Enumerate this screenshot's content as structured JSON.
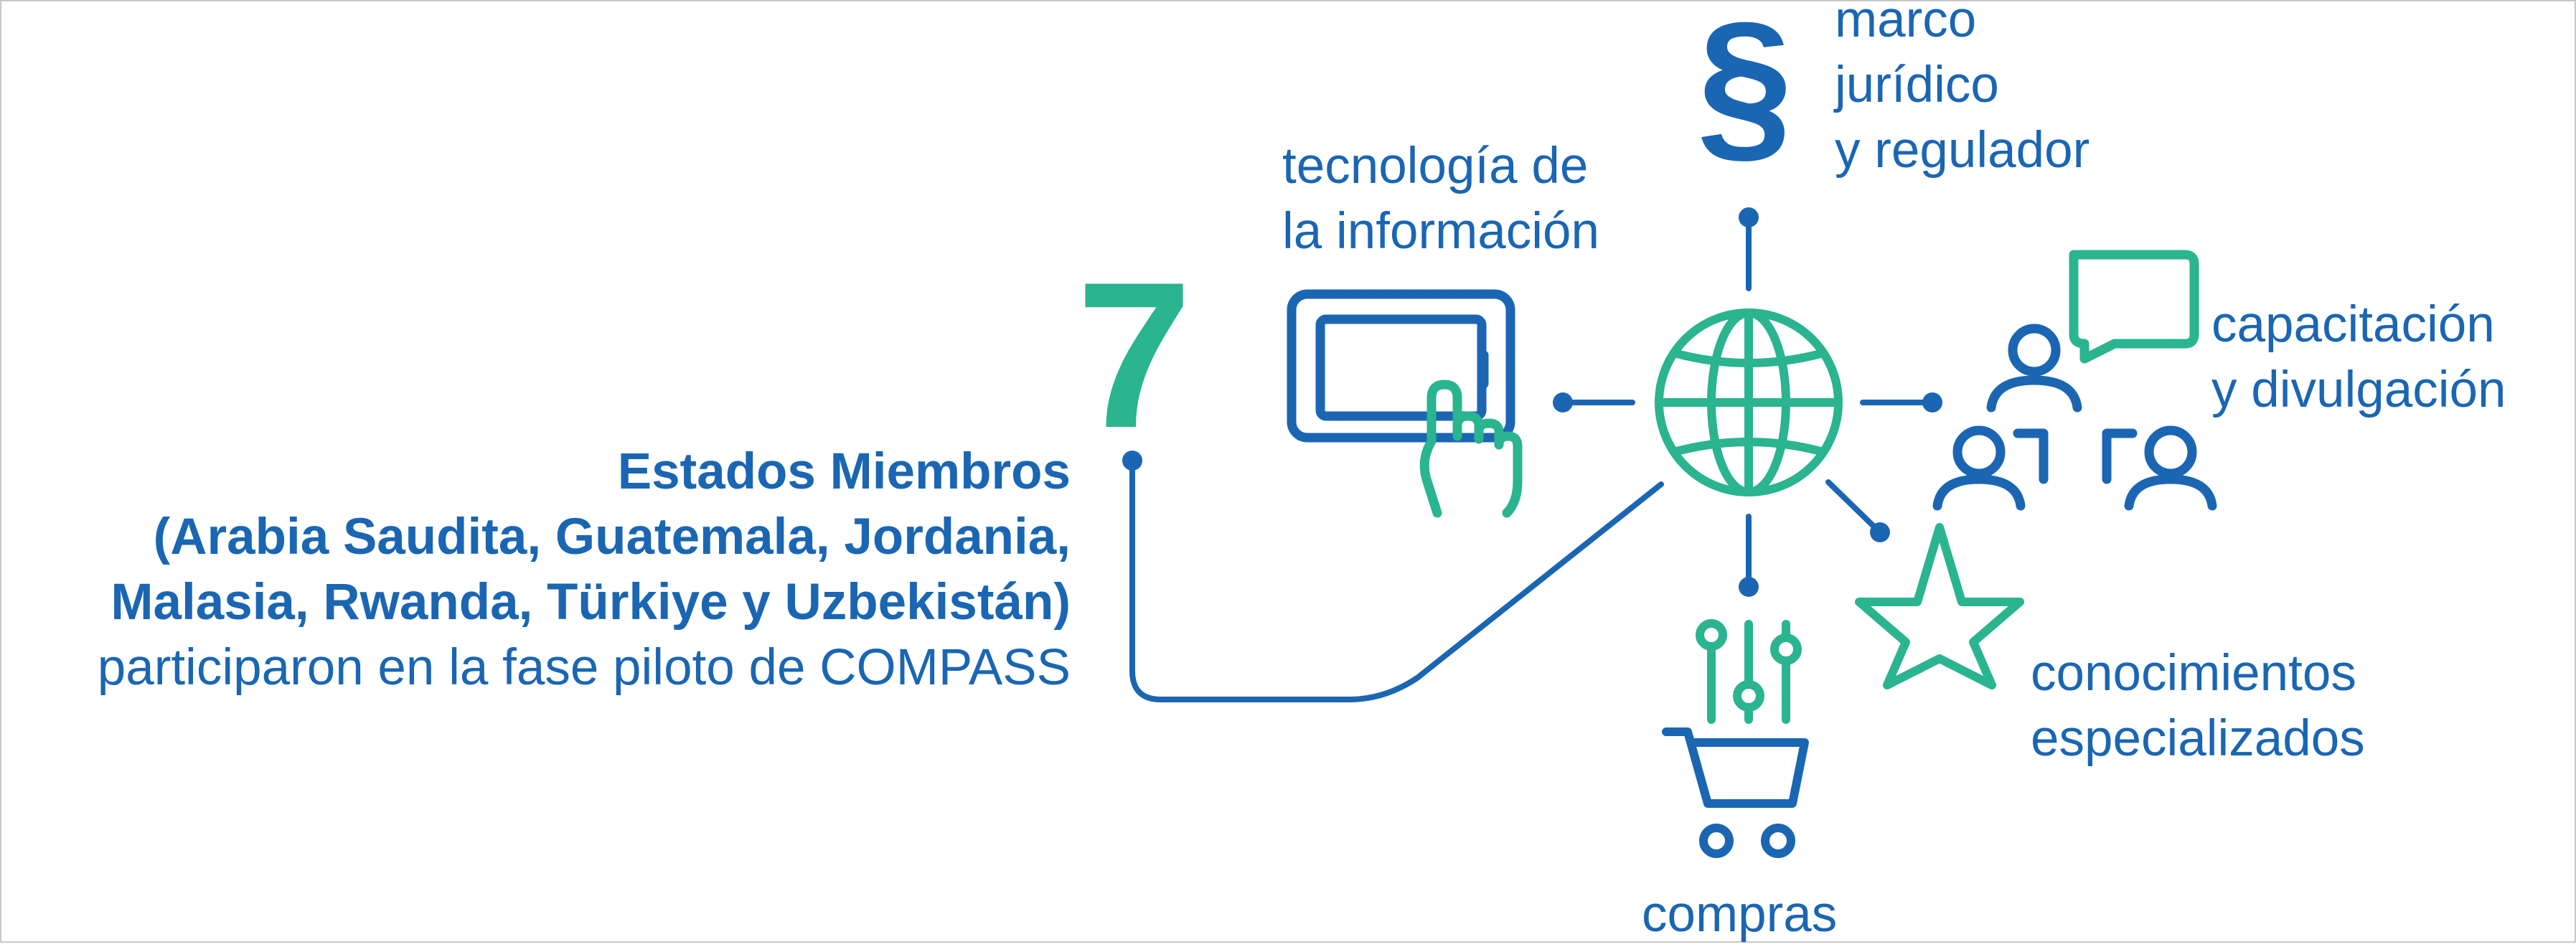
{
  "colors": {
    "blue": "#1a66b3",
    "green": "#2ab48f",
    "border": "#c8c8c8"
  },
  "big_number": "7",
  "member_states": {
    "line1": "Estados Miembros",
    "line2": "(Arabia Saudita, Guatemala, Jordania,",
    "line3": "Malasia, Rwanda, Türkiye y Uzbekistán)",
    "line4": "participaron en la fase piloto de COMPASS"
  },
  "labels": {
    "legal": {
      "line1": "marco",
      "line2": "jurídico",
      "line3": "y regulador"
    },
    "it": {
      "line1": "tecnología de",
      "line2": "la información"
    },
    "training": {
      "line1": "capacitación",
      "line2": "y divulgación"
    },
    "expertise": {
      "line1": "conocimientos",
      "line2": "especializados"
    },
    "procurement": {
      "line1": "compras"
    }
  },
  "icons": {
    "center": "globe-icon",
    "legal": "section-sign-icon",
    "it": "tablet-touch-icon",
    "training": "people-chat-icon",
    "expertise": "star-icon",
    "procurement": "cart-sliders-icon"
  },
  "section_symbol": "§"
}
